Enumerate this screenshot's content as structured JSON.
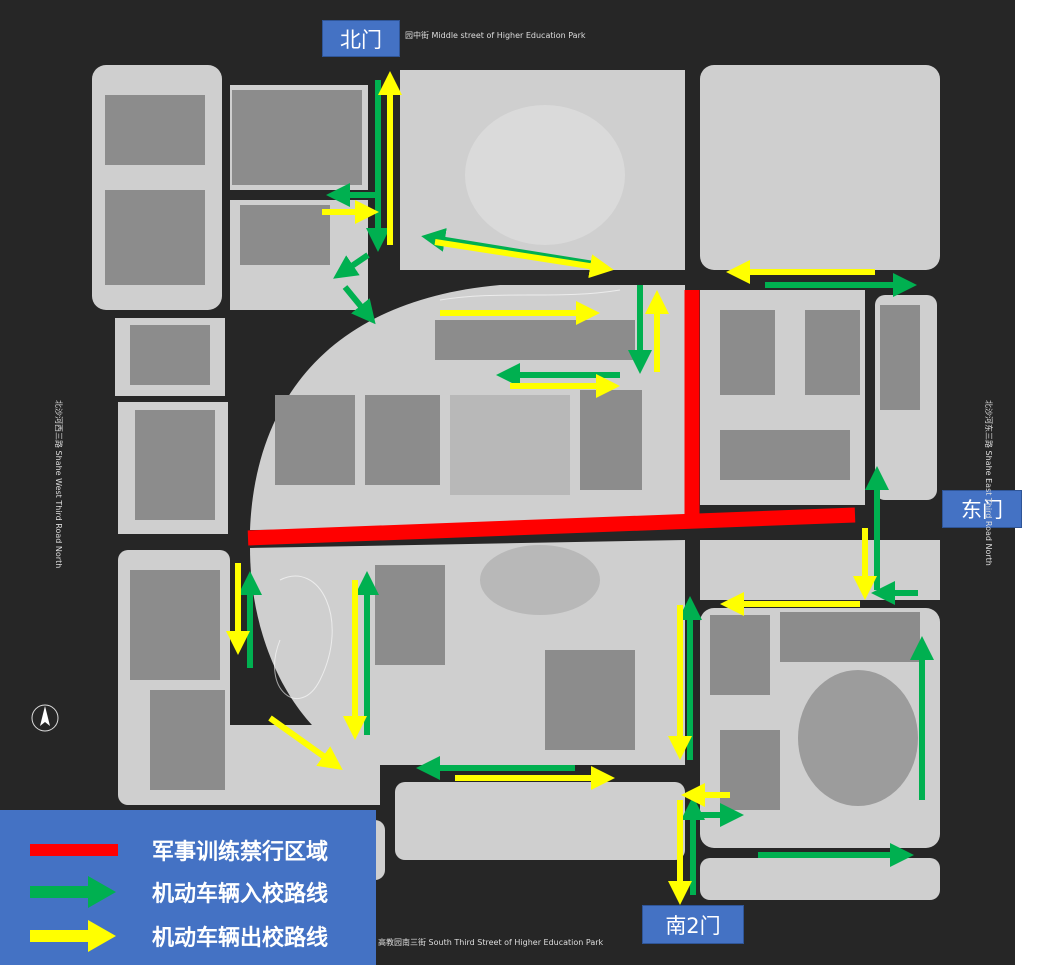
{
  "gates": {
    "north": "北门",
    "east": "东门",
    "south2": "南2门"
  },
  "streets": {
    "top": "园中街 Middle street of Higher Education Park",
    "bottom": "高教园南三街 South Third Street of Higher Education Park",
    "left": "北沙河西三路 Shahe West Third Road North",
    "right": "北沙河东三路 Shahe East Third Road North"
  },
  "legend": {
    "items": [
      {
        "label": "军事训练禁行区域",
        "color": "#ff0000",
        "symbol": "bar"
      },
      {
        "label": "机动车辆入校路线",
        "color": "#00b050",
        "symbol": "arrow"
      },
      {
        "label": "机动车辆出校路线",
        "color": "#ffff00",
        "symbol": "arrow"
      }
    ]
  },
  "colors": {
    "background": "#262626",
    "block": "#cfcfcf",
    "building": "#8c8c8c",
    "legend_bg": "#4472c4"
  }
}
